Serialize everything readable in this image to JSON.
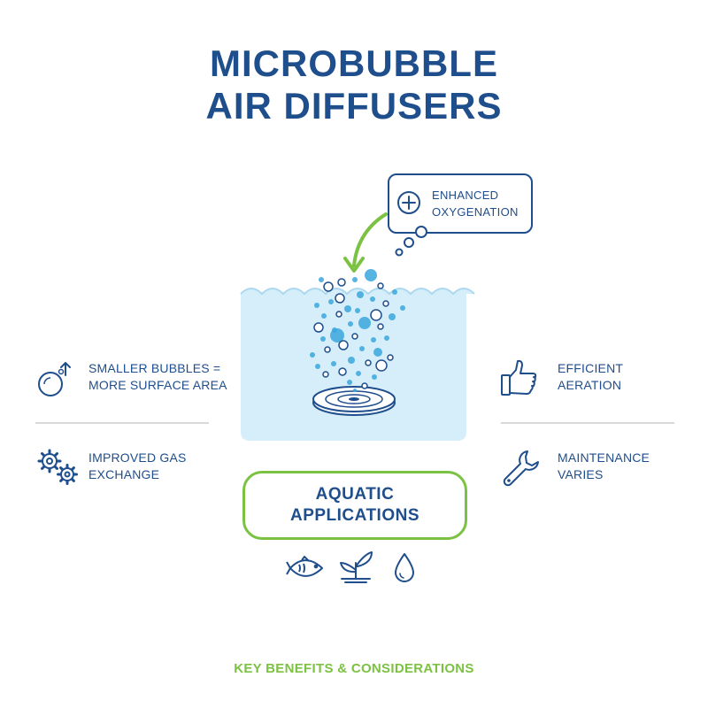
{
  "title": {
    "line1": "MICROBUBBLE",
    "line2": "AIR DIFFUSERS"
  },
  "callout": {
    "line1": "ENHANCED",
    "line2": "OXYGENATION",
    "icon": "plus-circle-icon"
  },
  "benefits": {
    "left_top": {
      "line1": "SMALLER BUBBLES =",
      "line2": "MORE SURFACE AREA",
      "icon": "bubble-arrow-icon"
    },
    "left_bottom": {
      "line1": "IMPROVED GAS",
      "line2": "EXCHANGE",
      "icon": "gears-icon"
    },
    "right_top": {
      "line1": "EFFICIENT",
      "line2": "AERATION",
      "icon": "thumbs-up-icon"
    },
    "right_bottom": {
      "line1": "MAINTENANCE",
      "line2": "VARIES",
      "icon": "wrench-icon"
    }
  },
  "applications": {
    "line1": "AQUATIC",
    "line2": "APPLICATIONS",
    "icons": [
      "fish-icon",
      "plant-icon",
      "water-drop-icon"
    ]
  },
  "footer": "KEY BENEFITS & CONSIDERATIONS",
  "colors": {
    "primary": "#1f4e8c",
    "accent": "#7cc242",
    "water": "#d6eef9",
    "bubble": "#3aa7dd"
  }
}
